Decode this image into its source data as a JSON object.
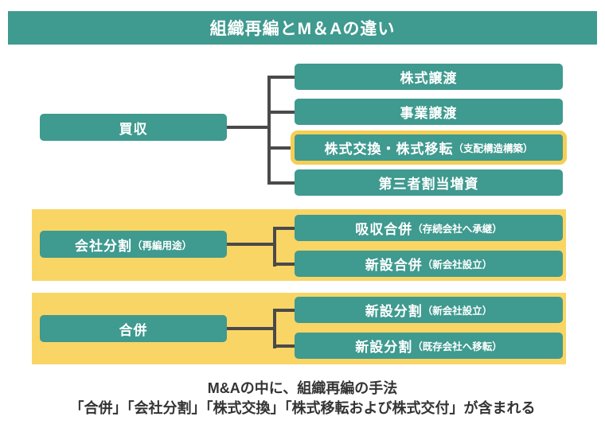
{
  "title": "組織再編とM＆Aの違い",
  "groups": [
    {
      "parent": {
        "label": "買収",
        "note": ""
      },
      "children": [
        {
          "label": "株式譲渡",
          "note": "",
          "highlighted": false
        },
        {
          "label": "事業譲渡",
          "note": "",
          "highlighted": false
        },
        {
          "label": "株式交換・株式移転",
          "note": "（支配構造構築）",
          "highlighted": true
        },
        {
          "label": "第三者割当増資",
          "note": "",
          "highlighted": false
        }
      ]
    },
    {
      "parent": {
        "label": "会社分割",
        "note": "（再編用途）"
      },
      "children": [
        {
          "label": "吸収合併",
          "note": "（存続会社へ承継）",
          "highlighted": false
        },
        {
          "label": "新設合併",
          "note": "（新会社設立）",
          "highlighted": false
        }
      ]
    },
    {
      "parent": {
        "label": "合併",
        "note": ""
      },
      "children": [
        {
          "label": "新設分割",
          "note": "（新会社設立）",
          "highlighted": false
        },
        {
          "label": "新設分割",
          "note": "（既存会社へ移転）",
          "highlighted": false
        }
      ]
    }
  ],
  "caption": {
    "line1": "M&Aの中に、組織再編の手法",
    "line2": "「合併」「会社分割」「株式交換」「株式移転および株式交付」が含まれる"
  },
  "colors": {
    "teal": "#3F9A8F",
    "band_yellow": "#F9D565",
    "highlight_border": "#F6CE55",
    "connector_gray": "#4A4A4A",
    "box_text": "#FFFFFF",
    "caption_text": "#333333",
    "background": "#FFFFFF"
  }
}
